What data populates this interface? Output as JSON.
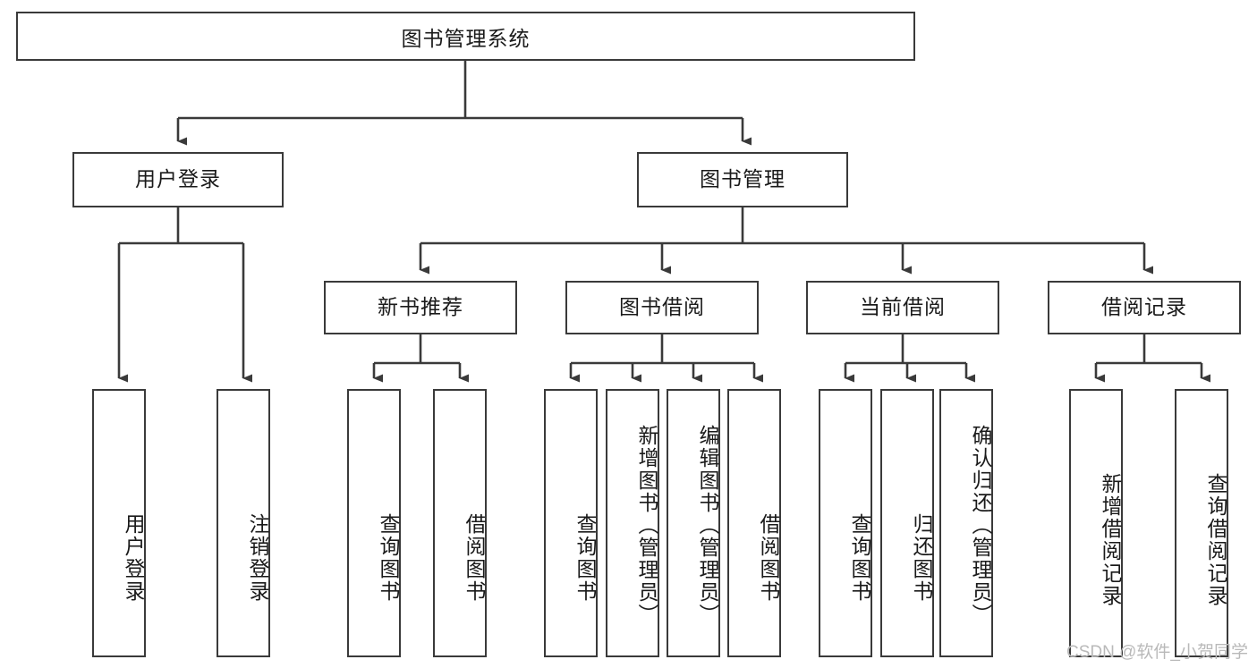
{
  "diagram": {
    "type": "tree",
    "title": "图书管理系统",
    "watermark": "CSDN @软件_小贺同学",
    "colors": {
      "background": "#ffffff",
      "stroke": "#3a3a3a",
      "text": "#1a1a1a",
      "watermark": "#b9b9b9"
    },
    "levels": {
      "root": {
        "label": "图书管理系统"
      },
      "level2": [
        {
          "id": "user-login",
          "label": "用户登录"
        },
        {
          "id": "book-manage",
          "label": "图书管理"
        }
      ],
      "level3": [
        {
          "id": "new-book-recommend",
          "label": "新书推荐"
        },
        {
          "id": "book-borrow",
          "label": "图书借阅"
        },
        {
          "id": "current-borrow",
          "label": "当前借阅"
        },
        {
          "id": "borrow-record",
          "label": "借阅记录"
        }
      ],
      "leaves": {
        "user_login": [
          {
            "id": "leaf-user-login",
            "label": "用户登录"
          },
          {
            "id": "leaf-logout-login",
            "label": "注销登录"
          }
        ],
        "new_book_recommend": [
          {
            "id": "leaf-query-book-1",
            "label": "查询图书"
          },
          {
            "id": "leaf-borrow-book-1",
            "label": "借阅图书"
          }
        ],
        "book_borrow": [
          {
            "id": "leaf-query-book-2",
            "label": "查询图书"
          },
          {
            "id": "leaf-add-book",
            "label": "新增图书（管理员）"
          },
          {
            "id": "leaf-edit-book",
            "label": "编辑图书（管理员）"
          },
          {
            "id": "leaf-borrow-book-2",
            "label": "借阅图书"
          }
        ],
        "current_borrow": [
          {
            "id": "leaf-query-book-3",
            "label": "查询图书"
          },
          {
            "id": "leaf-return-book",
            "label": "归还图书"
          },
          {
            "id": "leaf-confirm-return",
            "label": "确认归还（管理员）"
          }
        ],
        "borrow_record": [
          {
            "id": "leaf-add-record",
            "label": "新增借阅记录"
          },
          {
            "id": "leaf-query-record",
            "label": "查询借阅记录"
          }
        ]
      }
    }
  }
}
